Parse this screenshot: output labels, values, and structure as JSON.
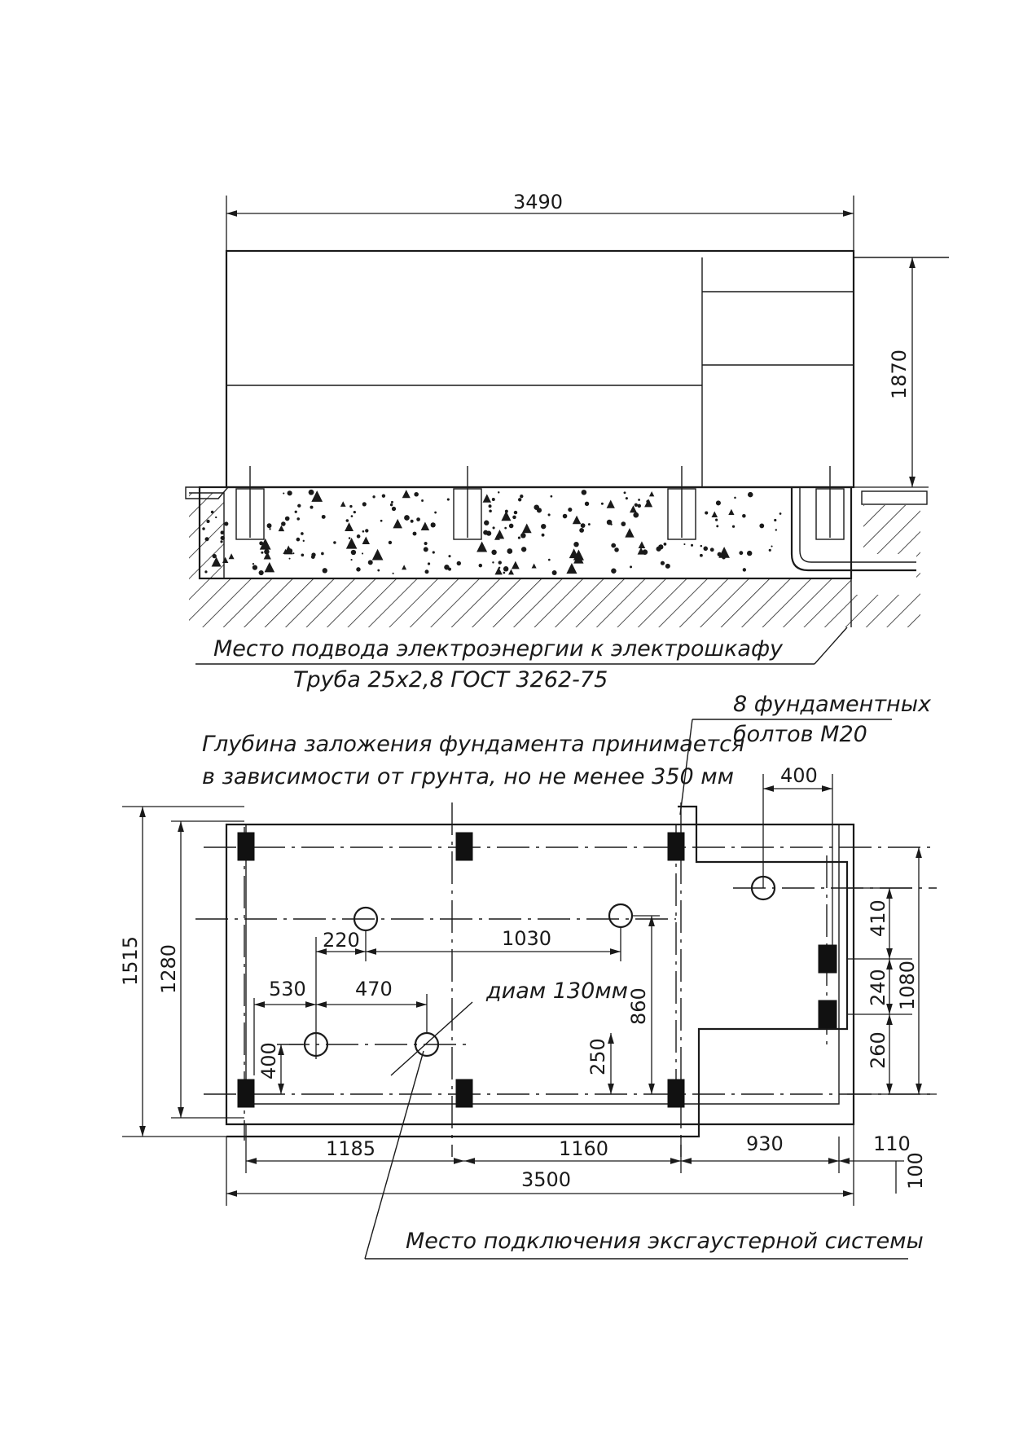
{
  "notes": {
    "power_supply": "Место подвода электроэнергии к электрошкафу",
    "pipe": "Труба 25х2,8 ГОСТ 3262-75",
    "bolts_line1": "8 фундаментных",
    "bolts_line2": "болтов М20",
    "depth_line1": "Глубина заложения фундамента принимается",
    "depth_line2": "в зависимости от грунта, но не менее 350 мм",
    "hole_diameter": "диам 130мм",
    "exhaust": "Место подключения эксгаустерной системы"
  },
  "dimensions": {
    "top_width": "3490",
    "top_height": "1870",
    "d400_top": "400",
    "d1515": "1515",
    "d1280": "1280",
    "d220": "220",
    "d1030": "1030",
    "d530": "530",
    "d470": "470",
    "d860": "860",
    "d250": "250",
    "d400_left": "400",
    "d410": "410",
    "d240": "240",
    "d1080": "1080",
    "d260": "260",
    "d1185": "1185",
    "d1160": "1160",
    "d930": "930",
    "d110": "110",
    "d100": "100",
    "d3500": "3500"
  }
}
